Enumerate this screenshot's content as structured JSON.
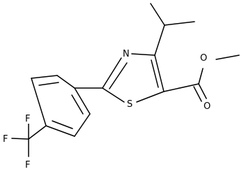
{
  "atoms": {
    "n": "N",
    "s": "S",
    "o_carbonyl": "O",
    "o_ester": "O",
    "f_top": "F",
    "f_left": "F",
    "f_bottom": "F"
  }
}
